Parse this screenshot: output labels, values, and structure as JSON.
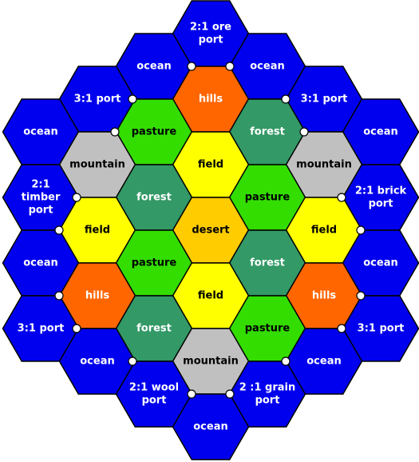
{
  "colors": {
    "ocean": "#0000ee",
    "hills": "#ff6600",
    "pasture": "#33dd00",
    "forest": "#339966",
    "field": "#ffff00",
    "mountain": "#c0c0c0",
    "desert": "#ffcc00"
  },
  "tiles": [
    {
      "id": "t1",
      "kind": "ocean",
      "lines": [
        "2:1 ore",
        "port"
      ]
    },
    {
      "id": "t2",
      "kind": "ocean",
      "lines": [
        "ocean"
      ]
    },
    {
      "id": "t3",
      "kind": "ocean",
      "lines": [
        "ocean"
      ]
    },
    {
      "id": "t4",
      "kind": "hills",
      "lines": [
        "hills"
      ]
    },
    {
      "id": "t5",
      "kind": "ocean",
      "lines": [
        "3:1 port"
      ]
    },
    {
      "id": "t6",
      "kind": "ocean",
      "lines": [
        "3:1 port"
      ]
    },
    {
      "id": "t7",
      "kind": "pasture",
      "lines": [
        "pasture"
      ]
    },
    {
      "id": "t8",
      "kind": "forest",
      "lines": [
        "forest"
      ]
    },
    {
      "id": "t9",
      "kind": "ocean",
      "lines": [
        "ocean"
      ]
    },
    {
      "id": "t10",
      "kind": "ocean",
      "lines": [
        "ocean"
      ]
    },
    {
      "id": "t11",
      "kind": "mountain",
      "lines": [
        "mountain"
      ]
    },
    {
      "id": "t12",
      "kind": "field",
      "lines": [
        "field"
      ]
    },
    {
      "id": "t13",
      "kind": "mountain",
      "lines": [
        "mountain"
      ]
    },
    {
      "id": "t14",
      "kind": "ocean",
      "lines": [
        "2:1",
        "timber",
        "port"
      ]
    },
    {
      "id": "t15",
      "kind": "forest",
      "lines": [
        "forest"
      ]
    },
    {
      "id": "t16",
      "kind": "pasture",
      "lines": [
        "pasture"
      ]
    },
    {
      "id": "t17",
      "kind": "ocean",
      "lines": [
        "2:1 brick",
        "port"
      ]
    },
    {
      "id": "t18",
      "kind": "field",
      "lines": [
        "field"
      ]
    },
    {
      "id": "t19",
      "kind": "desert",
      "lines": [
        "desert"
      ]
    },
    {
      "id": "t20",
      "kind": "field",
      "lines": [
        "field"
      ]
    },
    {
      "id": "t21",
      "kind": "ocean",
      "lines": [
        "ocean"
      ]
    },
    {
      "id": "t22",
      "kind": "pasture",
      "lines": [
        "pasture"
      ]
    },
    {
      "id": "t23",
      "kind": "forest",
      "lines": [
        "forest"
      ]
    },
    {
      "id": "t24",
      "kind": "ocean",
      "lines": [
        "ocean"
      ]
    },
    {
      "id": "t25",
      "kind": "hills",
      "lines": [
        "hills"
      ]
    },
    {
      "id": "t26",
      "kind": "field",
      "lines": [
        "field"
      ]
    },
    {
      "id": "t27",
      "kind": "hills",
      "lines": [
        "hills"
      ]
    },
    {
      "id": "t28",
      "kind": "ocean",
      "lines": [
        "3:1 port"
      ]
    },
    {
      "id": "t29",
      "kind": "forest",
      "lines": [
        "forest"
      ]
    },
    {
      "id": "t30",
      "kind": "pasture",
      "lines": [
        "pasture"
      ]
    },
    {
      "id": "t31",
      "kind": "ocean",
      "lines": [
        "3:1 port"
      ]
    },
    {
      "id": "t32",
      "kind": "ocean",
      "lines": [
        "ocean"
      ]
    },
    {
      "id": "t33",
      "kind": "mountain",
      "lines": [
        "mountain"
      ]
    },
    {
      "id": "t34",
      "kind": "ocean",
      "lines": [
        "ocean"
      ]
    },
    {
      "id": "t35",
      "kind": "ocean",
      "lines": [
        "2:1 wool",
        "port"
      ]
    },
    {
      "id": "t36",
      "kind": "ocean",
      "lines": [
        "2 :1 grain",
        "port"
      ]
    },
    {
      "id": "t37",
      "kind": "ocean",
      "lines": [
        "ocean"
      ]
    }
  ]
}
